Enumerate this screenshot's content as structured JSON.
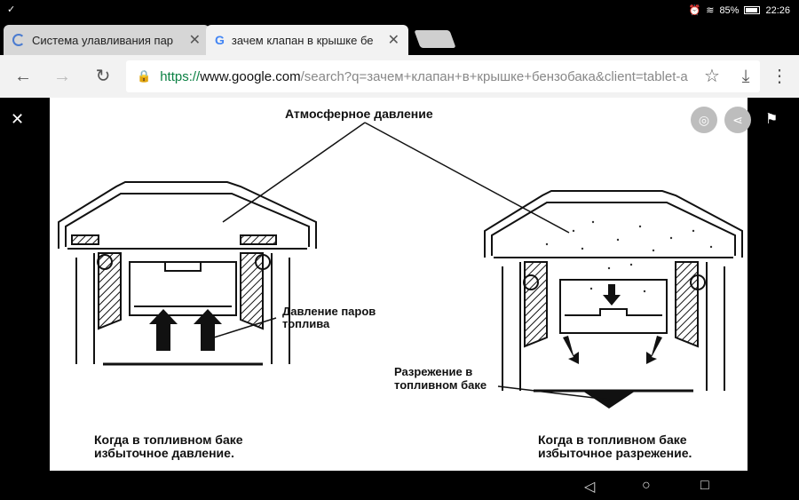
{
  "status_bar": {
    "battery": "85%",
    "time": "22:26"
  },
  "tabs": [
    {
      "title": "Система улавливания пар",
      "active": false
    },
    {
      "title": "зачем клапан в крышке бе",
      "active": true
    }
  ],
  "toolbar": {
    "url_scheme": "https://",
    "url_host": "www.google.com",
    "url_path": "/search?q=зачем+клапан+в+крышке+бензобака&client=tablet-a"
  },
  "image": {
    "label_top": "Атмосферное давление",
    "label_vapor_1": "Давление паров",
    "label_vapor_2": "топлива",
    "label_vacuum_1": "Разрежение в",
    "label_vacuum_2": "топливном баке",
    "caption_left_1": "Когда в топливном баке",
    "caption_left_2": "избыточное давление.",
    "caption_right_1": "Когда в топливном баке",
    "caption_right_2": "избыточное разрежение."
  },
  "colors": {
    "secure_green": "#0b8043",
    "toolbar_bg": "#f2f2f2"
  },
  "icons": [
    "check-icon",
    "alarm-icon",
    "wifi-icon",
    "battery-icon",
    "loading-icon",
    "google-g-icon",
    "close-icon",
    "back-icon",
    "forward-icon",
    "reload-icon",
    "lock-icon",
    "star-icon",
    "download-icon",
    "menu-icon",
    "lens-icon",
    "share-icon",
    "bookmark-icon",
    "nav-back-icon",
    "nav-home-icon",
    "nav-recents-icon"
  ]
}
